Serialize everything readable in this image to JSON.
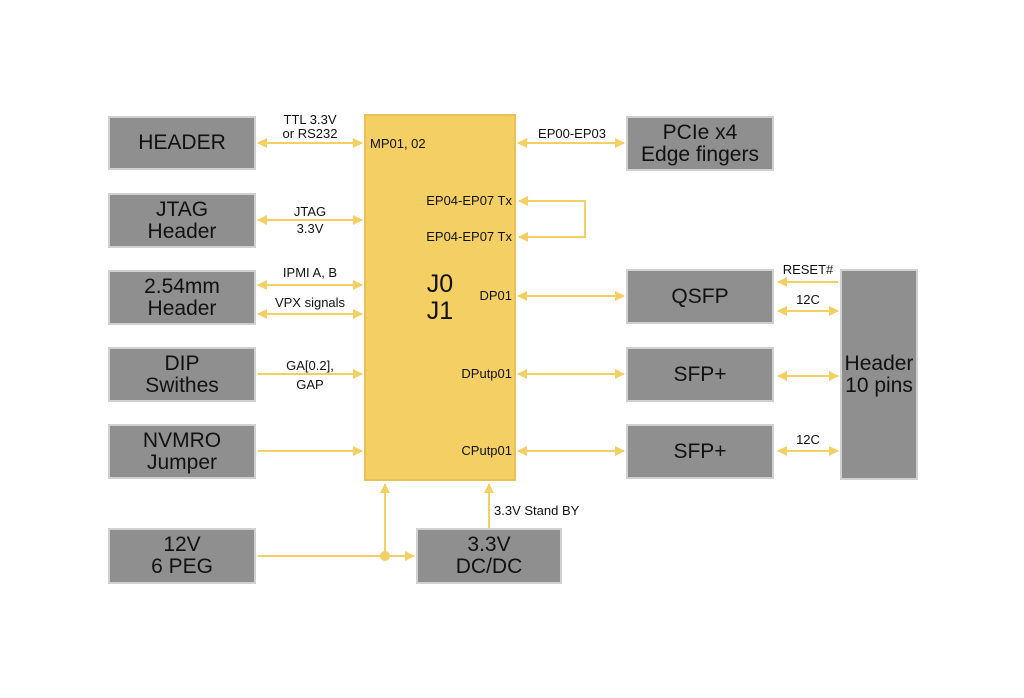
{
  "colors": {
    "block": "#8f8f8f",
    "main": "#f4cf63",
    "wire": "#f4cf63",
    "border": "#d0d0d0"
  },
  "blocks": {
    "header": [
      "HEADER"
    ],
    "jtag": [
      "JTAG",
      "Header"
    ],
    "h254": [
      "2.54mm",
      "Header"
    ],
    "dip": [
      "DIP",
      "Swithes"
    ],
    "nvmro": [
      "NVMRO",
      "Jumper"
    ],
    "peg": [
      "12V",
      "6 PEG"
    ],
    "dcdc": [
      "3.3V",
      "DC/DC"
    ],
    "pcie": [
      "PCIe x4",
      "Edge fingers"
    ],
    "qsfp": [
      "QSFP"
    ],
    "sfp1": [
      "SFP+"
    ],
    "sfp2": [
      "SFP+"
    ],
    "hdr10": [
      "Header",
      "10 pins"
    ],
    "main": [
      "J0",
      "J1"
    ]
  },
  "pins": {
    "mp": "MP01, 02",
    "ep_tx1": "EP04-EP07 Tx",
    "ep_tx2": "EP04-EP07 Tx",
    "dp01": "DP01",
    "dputp01": "DPutp01",
    "cputp01": "CPutp01"
  },
  "signals": {
    "ttl": [
      "TTL 3.3V",
      "or RS232"
    ],
    "jtag": [
      "JTAG",
      "3.3V"
    ],
    "ipmi": "IPMI A, B",
    "vpx": "VPX signals",
    "ga": [
      "GA[0.2],",
      "GAP"
    ],
    "ep00": "EP00-EP03",
    "reset": "RESET#",
    "i2c1": "12C",
    "i2c2": "12C",
    "standby": "3.3V Stand BY"
  }
}
